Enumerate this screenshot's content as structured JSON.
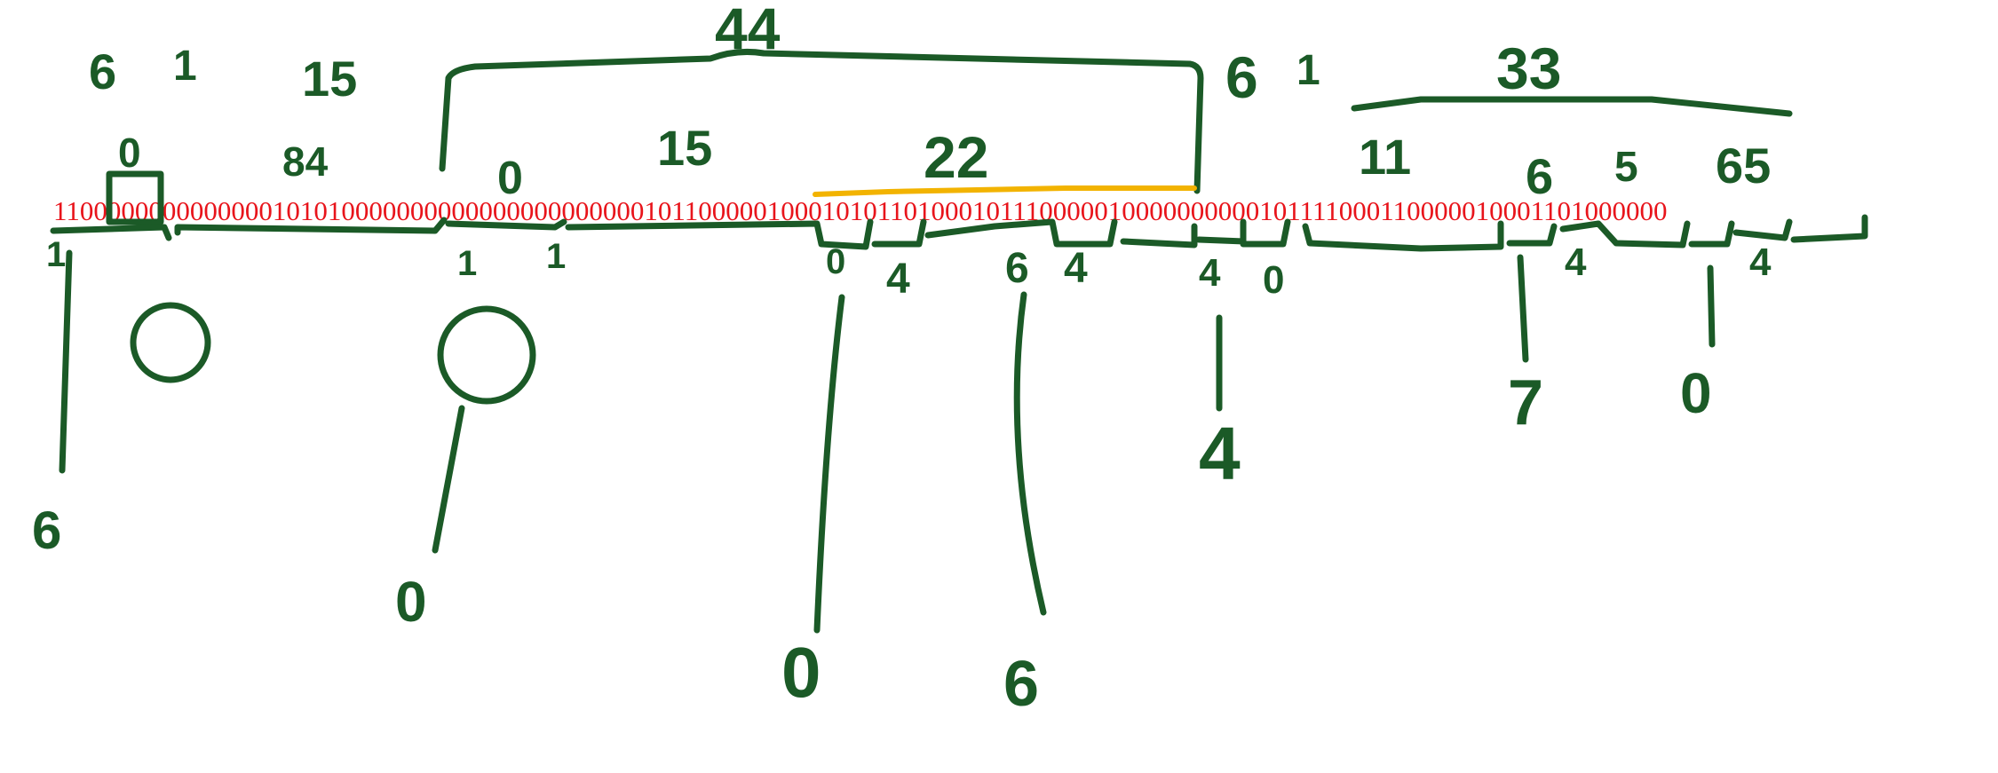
{
  "bitstring": "1100000000000000101010000000000000000000000101100000100010101101000101110000010000000000101111000110000010001101000000",
  "colors": {
    "ink": "#1b5a27",
    "bits": "#e8141b",
    "highlight": "#f2b300"
  },
  "labels": {
    "top_6": "6",
    "top_1": "1",
    "top_15a": "15",
    "top_44": "44",
    "top_61b_6": "6",
    "top_61b_1": "1",
    "top_33": "33",
    "box_0": "0",
    "mark_84": "84",
    "mid_0": "0",
    "mid_15": "15",
    "mid_22": "22",
    "r_11": "11",
    "r_6a": "6",
    "r_5a": "5",
    "r_65": "65",
    "under_1a": "1",
    "under_1b": "1",
    "under_1c": "1",
    "under_0a": "0",
    "under_4a": "4",
    "under_6": "6",
    "under_4b": "4",
    "under_4c": "4",
    "under_0b": "0",
    "under_4d": "4",
    "under_4e": "4",
    "leaf_6": "6",
    "leaf_0a": "0",
    "leaf_0b": "0",
    "leaf_6b": "6",
    "leaf_4": "4",
    "leaf_7": "7",
    "leaf_0c": "0"
  }
}
